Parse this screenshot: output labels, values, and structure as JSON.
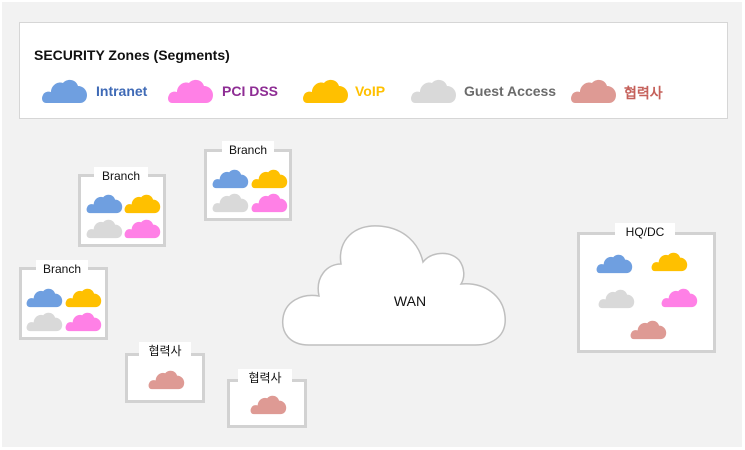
{
  "colors": {
    "intranet": "#6f9fe0",
    "pci": "#ff80e6",
    "voip": "#ffc000",
    "guest": "#d9d9d9",
    "partner": "#de9a94"
  },
  "legend": {
    "title": "SECURITY Zones (Segments)",
    "items": [
      {
        "key": "intranet",
        "label": "Intranet",
        "text_color": "#3f6ab6"
      },
      {
        "key": "pci",
        "label": "PCI DSS",
        "text_color": "#8e2d94"
      },
      {
        "key": "voip",
        "label": "VoIP",
        "text_color": "#ffc000"
      },
      {
        "key": "guest",
        "label": "Guest Access",
        "text_color": "#6b6b6b"
      },
      {
        "key": "partner",
        "label": "협력사",
        "text_color": "#c5605a"
      }
    ]
  },
  "sites": {
    "branch1": {
      "label": "Branch"
    },
    "branch2": {
      "label": "Branch"
    },
    "branch3": {
      "label": "Branch"
    },
    "partner1": {
      "label": "협력사"
    },
    "partner2": {
      "label": "협력사"
    },
    "hq": {
      "label": "HQ/DC"
    }
  },
  "wan": {
    "label": "WAN"
  }
}
